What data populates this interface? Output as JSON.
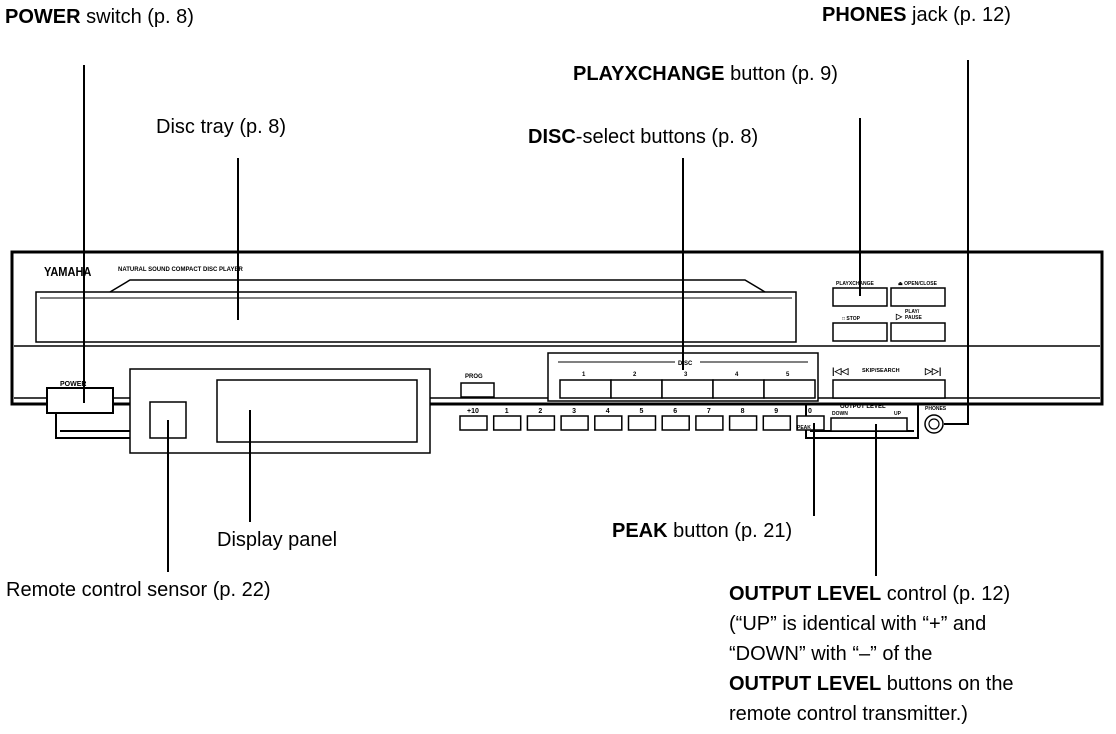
{
  "callouts": {
    "power": {
      "bold": "POWER",
      "rest": " switch (p. 8)"
    },
    "phones": {
      "bold": "PHONES",
      "rest": " jack (p. 12)"
    },
    "playxchange": {
      "bold": "PLAYXCHANGE",
      "rest": " button (p. 9)"
    },
    "disc_tray": {
      "bold": "",
      "rest": "Disc tray (p. 8)"
    },
    "disc_select": {
      "bold": "DISC",
      "rest": "-select buttons (p. 8)"
    },
    "display_panel": {
      "bold": "",
      "rest": "Display panel"
    },
    "peak": {
      "bold": "PEAK",
      "rest": " button (p. 21)"
    },
    "remote_sensor": {
      "bold": "",
      "rest": "Remote control sensor (p. 22)"
    },
    "output_level": {
      "bold": "OUTPUT LEVEL",
      "rest": " control (p. 12)"
    }
  },
  "output_note": {
    "line1": "(“UP” is identical with “+” and",
    "line2": "“DOWN” with “–” of the",
    "line3_bold": "OUTPUT LEVEL",
    "line3_rest": " buttons on the",
    "line4": "remote control transmitter.)"
  },
  "panel": {
    "brand": "YAMAHA",
    "model": "NATURAL SOUND COMPACT DISC PLAYER",
    "power": "POWER",
    "prog": "PROG",
    "disc": "DISC",
    "disc_numbers": [
      "1",
      "2",
      "3",
      "4",
      "5"
    ],
    "keys": [
      "+10",
      "1",
      "2",
      "3",
      "4",
      "5",
      "6",
      "7",
      "8",
      "9",
      "0"
    ],
    "peak": "PEAK",
    "playxchange": "PLAYXCHANGE",
    "open_close": "OPEN/CLOSE",
    "stop": "STOP",
    "play": "PLAY/",
    "pause": "PAUSE",
    "skip_search": "SKIP/SEARCH",
    "output_level": "OUTPUT LEVEL",
    "down": "DOWN",
    "up": "UP",
    "phones": "PHONES"
  }
}
